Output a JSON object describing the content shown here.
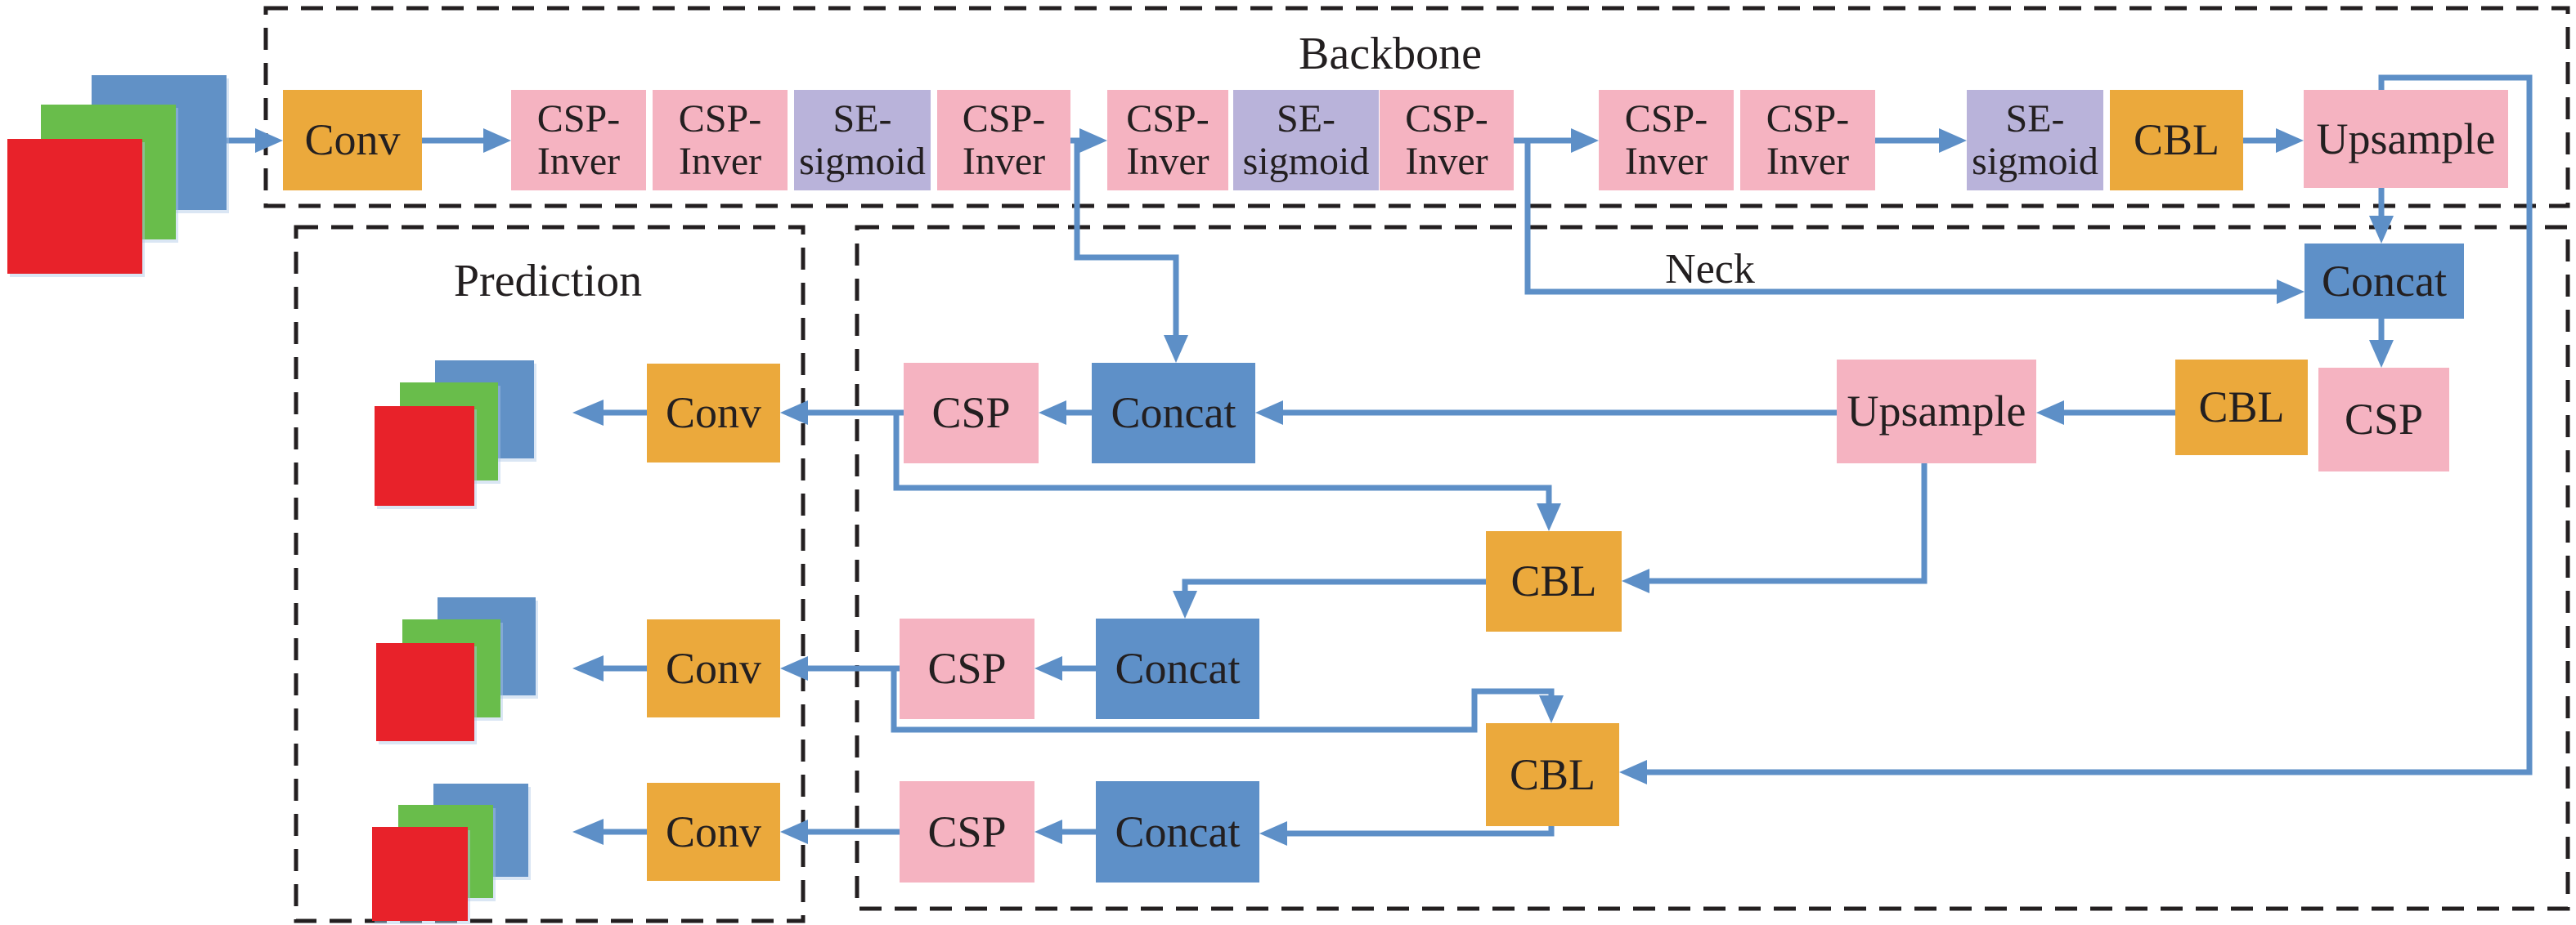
{
  "sections": {
    "backbone": "Backbone",
    "neck": "Neck",
    "prediction": "Prediction"
  },
  "labels": {
    "conv": "Conv",
    "csp_inver": "CSP-Inver",
    "se_sigmoid": "SE-sigmoid",
    "cbl": "CBL",
    "upsample": "Upsample",
    "concat": "Concat",
    "csp": "CSP"
  },
  "input_image": {
    "layers": [
      "blue",
      "green",
      "red"
    ]
  },
  "output_images": {
    "count": 3,
    "layers": [
      "blue",
      "green",
      "red"
    ]
  },
  "edges": [
    "input-image -> conv",
    "conv -> csp-inver-1",
    "csp-inver-4 -> csp-inver-5 (tap down to concat-mid)",
    "csp-inver-8 -> csp-inver-9 (tap down-right to concat-top-right)",
    "csp-inver-10 -> se-sigmoid-3",
    "cbl-backbone -> upsample-backbone",
    "upsample-backbone -> concat-top-right",
    "upsample-backbone -> right-edge -> cbl-row4",
    "concat-top-right -> csp-top-right",
    "cbl-row2 -> upsample-row2",
    "upsample-row2 -> concat-mid",
    "upsample-row2 -> cbl-row3",
    "concat-mid -> csp-mid",
    "csp-mid -> conv-a",
    "csp-mid -> cbl-row3",
    "cbl-row3 -> concat-row3",
    "concat-row3 -> csp-row3",
    "csp-row3 -> conv-b",
    "csp-row3 -> cbl-row4",
    "cbl-row4 -> concat-row4",
    "concat-row4 -> csp-row4",
    "csp-row4 -> conv-c",
    "conv-a -> output-image-1",
    "conv-b -> output-image-2",
    "conv-c -> output-image-3"
  ],
  "colors": {
    "orange": "#EBA93C",
    "pink": "#F5B3C1",
    "purple": "#B9B3DA",
    "concat_blue": "#5E90C8",
    "arrow_blue": "#5D8FC7",
    "red": "#E8222A",
    "green": "#69BD4B",
    "image_blue": "#6191C6",
    "line_dark": "#231F20"
  }
}
